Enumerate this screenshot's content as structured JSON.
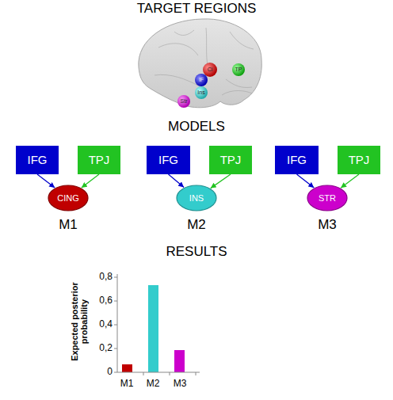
{
  "diagram": {
    "nodes": [
      {
        "text": [
          "IFG"
        ]
      },
      {
        "text": [
          "TPJ"
        ]
      },
      {
        "text": [
          "CING"
        ]
      },
      {
        "text": [
          "IFG"
        ]
      },
      {
        "text": [
          "TPJ"
        ]
      },
      {
        "text": [
          "INS"
        ]
      },
      {
        "text": [
          "IFG"
        ]
      },
      {
        "text": [
          "TPJ"
        ]
      },
      {
        "text": [
          "STR"
        ]
      }
    ],
    "edges": [
      {
        "from": 0,
        "to": 2,
        "arrow": "to"
      },
      {
        "from": 1,
        "to": 2,
        "arrow": "to"
      },
      {
        "from": 3,
        "to": 5,
        "arrow": "to"
      },
      {
        "from": 4,
        "to": 5,
        "arrow": "to"
      },
      {
        "from": 6,
        "to": 8,
        "arrow": "to"
      },
      {
        "from": 7,
        "to": 8,
        "arrow": "to"
      }
    ],
    "labels": [
      "TARGET REGIONS",
      "Ci",
      "IF",
      "TP",
      "Ins",
      "Str",
      "MODELS",
      "M1",
      "M2",
      "M3",
      "RESULTS",
      "Expected posterior probability",
      "0,8",
      "0,6",
      "0,4",
      "0,2",
      "0",
      "M1",
      "M2",
      "M3"
    ]
  }
}
